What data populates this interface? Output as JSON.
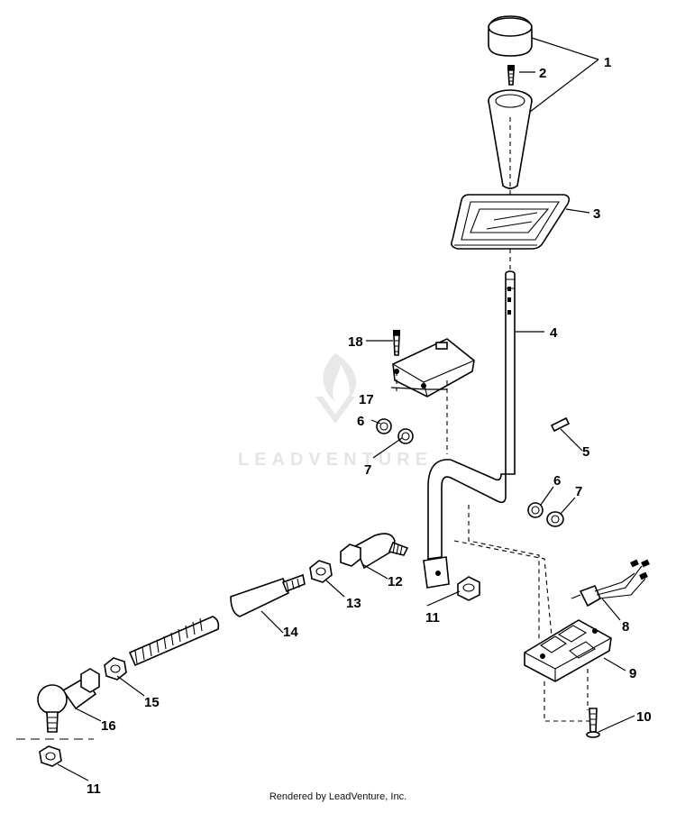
{
  "diagram": {
    "callouts": {
      "c1": "1",
      "c2": "2",
      "c3": "3",
      "c4": "4",
      "c5": "5",
      "c6a": "6",
      "c7a": "7",
      "c6b": "6",
      "c7b": "7",
      "c8": "8",
      "c9": "9",
      "c10": "10",
      "c11a": "11",
      "c11b": "11",
      "c12": "12",
      "c13": "13",
      "c14": "14",
      "c15": "15",
      "c16": "16",
      "c17": "17",
      "c18": "18"
    },
    "parts": [
      "shift knob",
      "screw",
      "shift boot",
      "shift lever",
      "bushing",
      "washer",
      "washer",
      "switch harness",
      "shift base",
      "bolt",
      "nut",
      "rod end",
      "nut",
      "sleeve",
      "nut",
      "ball joint",
      "bracket",
      "bolt"
    ]
  },
  "watermark": {
    "text": "LEADVENTURE"
  },
  "footer": {
    "text": "Rendered by LeadVenture, Inc."
  }
}
